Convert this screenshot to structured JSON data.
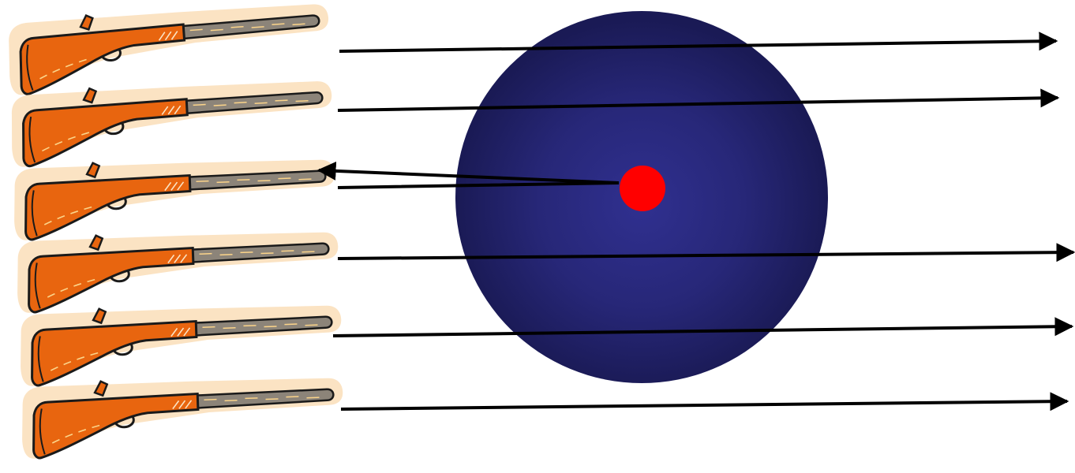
{
  "scene": {
    "background_color": "#ffffff",
    "rifle_count": 6,
    "deflected_rifle_index": 2
  },
  "colors": {
    "rifle_stock": "#e8650f",
    "rifle_stock_outline": "#1a1a1a",
    "rifle_barrel": "#8c8479",
    "rifle_glow": "#fbe3c3",
    "rifle_grain": "#fbd48a",
    "arrow": "#000000",
    "atom_center": "#303090",
    "atom_edge": "#1a1a55",
    "nucleus": "#ff0000"
  },
  "icons": {
    "rifle": "rifle-icon",
    "atom": "atom-sphere",
    "nucleus": "nucleus-dot",
    "arrow": "arrow"
  }
}
